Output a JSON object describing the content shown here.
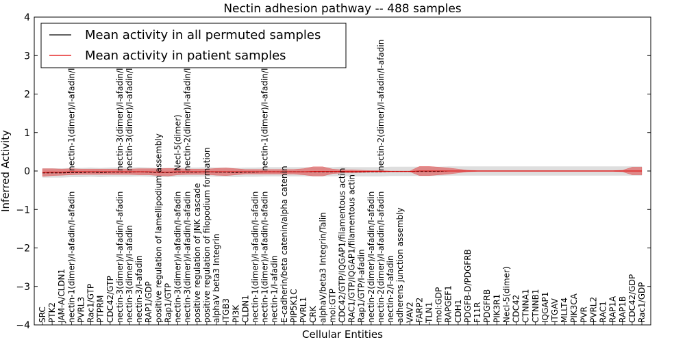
{
  "chart_data": {
    "type": "line",
    "title": "Nectin adhesion pathway -- 488 samples",
    "xlabel": "Cellular Entities",
    "ylabel": "Inferred Activity",
    "ylim": [
      -4,
      4
    ],
    "yticks": [
      "−4",
      "−3",
      "−2",
      "−1",
      "0",
      "1",
      "2",
      "3",
      "4"
    ],
    "grid": false,
    "legend_position": "top-left",
    "categories": [
      "SRC",
      "PTK2",
      "JAM-A/CLDN1",
      "nectin-1(dimer)/I-afadin/I-afadin",
      "PVRL3",
      "Rac1/GTP",
      "PTPRM",
      "CDC42/GTP",
      "nectin-3(dimer)/I-afadin/I-afadin",
      "nectin-3(dimer)/I-afadin",
      "nectin-3/I-afadin",
      "RAP1/GDP",
      "positive regulation of lamellipodium assembly",
      "Rap1/GTP",
      "nectin-3(dimer)/I-afadin/I-afadin",
      "nectin-3(dimer)/I-afadin/I-afadin",
      "positive regulation of JNK cascade",
      "positive regulation of filopodium formation",
      "alphaV beta3 Integrin",
      "ITGB3",
      "PI3K",
      "CLDN1",
      "nectin-1(dimer)/I-afadin/I-afadin",
      "nectin-1(dimer)/I-afadin/I-afadin",
      "nectin-1/I-afadin",
      "E-cadherin/beta catenin/alpha catenin",
      "PIP5K1C",
      "PVRL1",
      "CRK",
      "alphaV/beta3 Integrin/Talin",
      "mol:GTP",
      "CDC42/GTP/IQGAP1/filamentous actin",
      "RAC1/GTP/IQGAP1/filamentous actin",
      "Rap1/GTP/I-afadin",
      "nectin-2(dimer)/I-afadin/I-afadin",
      "nectin-2(dimer)/I-afadin/I-afadin",
      "nectin-2/I-afadin",
      "adherens junction assembly",
      "VAV2",
      "FARP2",
      "TLN1",
      "mol:GDP",
      "RAPGEF1",
      "CDH1",
      "PDGFB-D/PDGFRB",
      "F11R",
      "PDGFRB",
      "PIK3R1",
      "Necl-5(dimer)",
      "CDC42",
      "CTNNA1",
      "CTNNB1",
      "IQGAP1",
      "ITGAV",
      "MLLT4",
      "PIK3CA",
      "PVR",
      "PVRL2",
      "RAC1",
      "RAP1A",
      "RAP1B",
      "CDC42/GDP",
      "Rac1/GDP"
    ],
    "upper_labels": [
      {
        "index": 3,
        "text": "nectin-1(dimer)/I-afadin/I-afadin"
      },
      {
        "index": 8,
        "text": "nectin-3(dimer)/I-afadin/I-afadin"
      },
      {
        "index": 9,
        "text": "nectin-3(dimer)/I-afadin/I-afadin"
      },
      {
        "index": 14,
        "text": "Necl-5(dimer)"
      },
      {
        "index": 15,
        "text": "nectin-2(dimer)/I-afadin/I-afadin"
      },
      {
        "index": 23,
        "text": "nectin-1(dimer)/I-afadin/I-afadin"
      },
      {
        "index": 35,
        "text": "nectin-2(dimer)/I-afadin/I-afadin"
      }
    ],
    "series": [
      {
        "name": "Mean activity in all permuted samples",
        "color": "#000000",
        "values": [
          -0.05,
          -0.05,
          -0.05,
          -0.04,
          -0.04,
          -0.03,
          -0.04,
          -0.03,
          -0.03,
          -0.03,
          -0.02,
          -0.03,
          -0.04,
          -0.04,
          -0.03,
          -0.03,
          -0.03,
          -0.02,
          -0.03,
          -0.03,
          -0.04,
          -0.03,
          -0.03,
          -0.02,
          -0.02,
          -0.02,
          -0.02,
          -0.02,
          -0.02,
          -0.02,
          -0.02,
          -0.01,
          -0.02,
          -0.02,
          -0.02,
          -0.02,
          -0.01,
          -0.01,
          -0.01,
          -0.01,
          -0.01,
          -0.01,
          0,
          0,
          0,
          0,
          0,
          0,
          0,
          0,
          0,
          0,
          0,
          0,
          0,
          0,
          0,
          0,
          0,
          0,
          0,
          0,
          0
        ],
        "band": [
          0.12,
          0.12,
          0.12,
          0.12,
          0.12,
          0.12,
          0.12,
          0.12,
          0.12,
          0.12,
          0.12,
          0.12,
          0.12,
          0.12,
          0.12,
          0.12,
          0.12,
          0.12,
          0.12,
          0.12,
          0.12,
          0.12,
          0.12,
          0.12,
          0.12,
          0.12,
          0.12,
          0.12,
          0.12,
          0.12,
          0.12,
          0.12,
          0.12,
          0.12,
          0.12,
          0.12,
          0.12,
          0.12,
          0.12,
          0.12,
          0.12,
          0.12,
          0.12,
          0.12,
          0.12,
          0.12,
          0.12,
          0.12,
          0.12,
          0.12,
          0.12,
          0.12,
          0.12,
          0.12,
          0.12,
          0.12,
          0.12,
          0.12,
          0.12,
          0.12,
          0.12,
          0.12,
          0.12
        ],
        "band_color": "#c8c8c8"
      },
      {
        "name": "Mean activity in patient samples",
        "color": "#e00000",
        "values": [
          -0.04,
          -0.03,
          -0.03,
          -0.02,
          -0.02,
          -0.02,
          -0.02,
          -0.02,
          -0.02,
          -0.02,
          -0.02,
          -0.02,
          -0.03,
          -0.03,
          -0.02,
          -0.02,
          -0.02,
          -0.02,
          -0.02,
          -0.02,
          -0.02,
          -0.02,
          -0.02,
          -0.02,
          -0.02,
          -0.02,
          -0.02,
          -0.02,
          -0.01,
          -0.01,
          -0.01,
          -0.01,
          -0.01,
          -0.01,
          -0.01,
          -0.01,
          -0.01,
          -0.01,
          -0.01,
          0,
          0,
          0,
          0,
          0,
          0,
          0,
          0,
          0,
          0,
          0,
          0,
          0,
          0,
          0,
          0,
          0,
          0,
          0,
          0,
          0,
          0,
          0,
          0
        ],
        "band": [
          0.1,
          0.09,
          0.08,
          0.08,
          0.07,
          0.07,
          0.07,
          0.07,
          0.07,
          0.07,
          0.08,
          0.08,
          0.09,
          0.1,
          0.08,
          0.07,
          0.07,
          0.07,
          0.09,
          0.1,
          0.08,
          0.06,
          0.06,
          0.06,
          0.06,
          0.06,
          0.06,
          0.08,
          0.12,
          0.12,
          0.06,
          0.04,
          0.04,
          0.03,
          0.02,
          0.02,
          0.01,
          0.01,
          0.01,
          0.12,
          0.12,
          0.1,
          0.08,
          0.05,
          0.02,
          0.01,
          0.01,
          0.01,
          0.01,
          0.01,
          0.01,
          0.01,
          0.01,
          0.01,
          0.01,
          0.01,
          0.01,
          0.01,
          0.01,
          0.01,
          0.02,
          0.1,
          0.1
        ],
        "band_color": "#e03030"
      }
    ]
  }
}
